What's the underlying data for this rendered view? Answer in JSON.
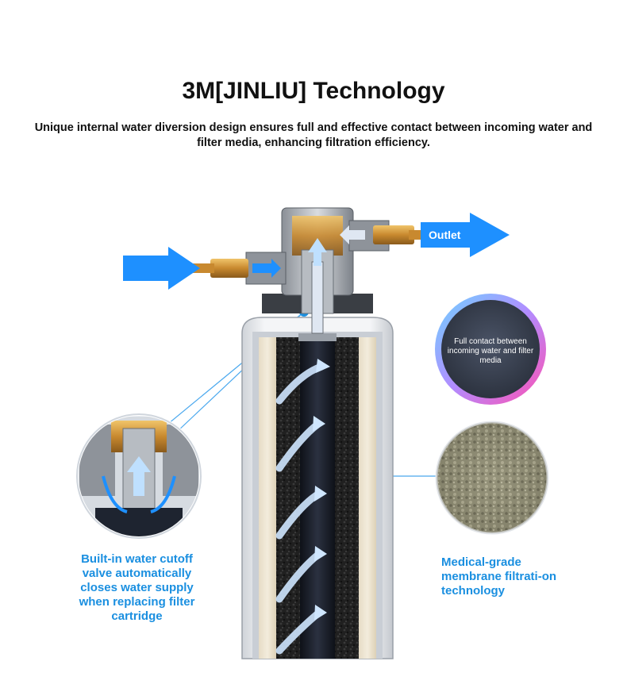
{
  "header": {
    "title": "3M[JINLIU] Technology",
    "subtitle": "Unique internal water diversion design ensures full and effective contact between incoming water and filter media, enhancing filtration efficiency."
  },
  "diagram": {
    "outlet_label": "Outlet",
    "bubble_text": "Full contact between incoming water and filter media",
    "callout_left": "Built-in water cutoff valve automatically closes water supply when replacing filter cartridge",
    "callout_right": "Medical-grade membrane filtrati-on technology"
  },
  "colors": {
    "accent_blue": "#1a8fe0",
    "arrow_blue": "#1e90ff",
    "brass": "#c8892f",
    "dark_core": "#1e2430"
  }
}
